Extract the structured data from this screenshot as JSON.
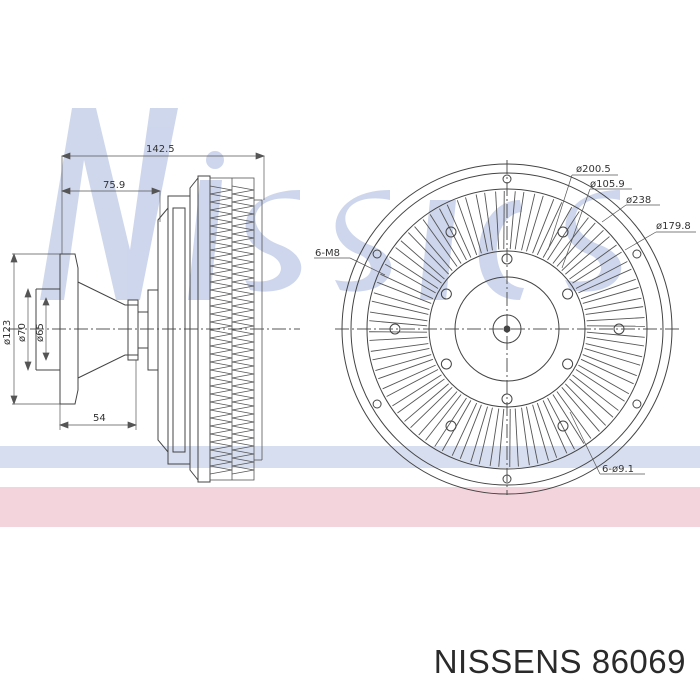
{
  "watermark": {
    "text": "Nissens",
    "colors": {
      "blue": "#b9c6e4",
      "pink": "#efc4cf"
    }
  },
  "side_view": {
    "dims": {
      "overall_length": "142.5",
      "hub_length": "75.9",
      "flange_diameter": "ø123",
      "pilot_diameter": "ø70",
      "bore_diameter": "ø65",
      "flange_offset": "54"
    }
  },
  "front_view": {
    "dims": {
      "bolt_circle": "ø200.5",
      "bore": "ø105.9",
      "outer_diameter": "ø238",
      "hole_circle": "ø179.8",
      "threaded_holes": "6-M8",
      "through_holes": "6-ø9.1"
    }
  },
  "caption": "NISSENS 86069"
}
